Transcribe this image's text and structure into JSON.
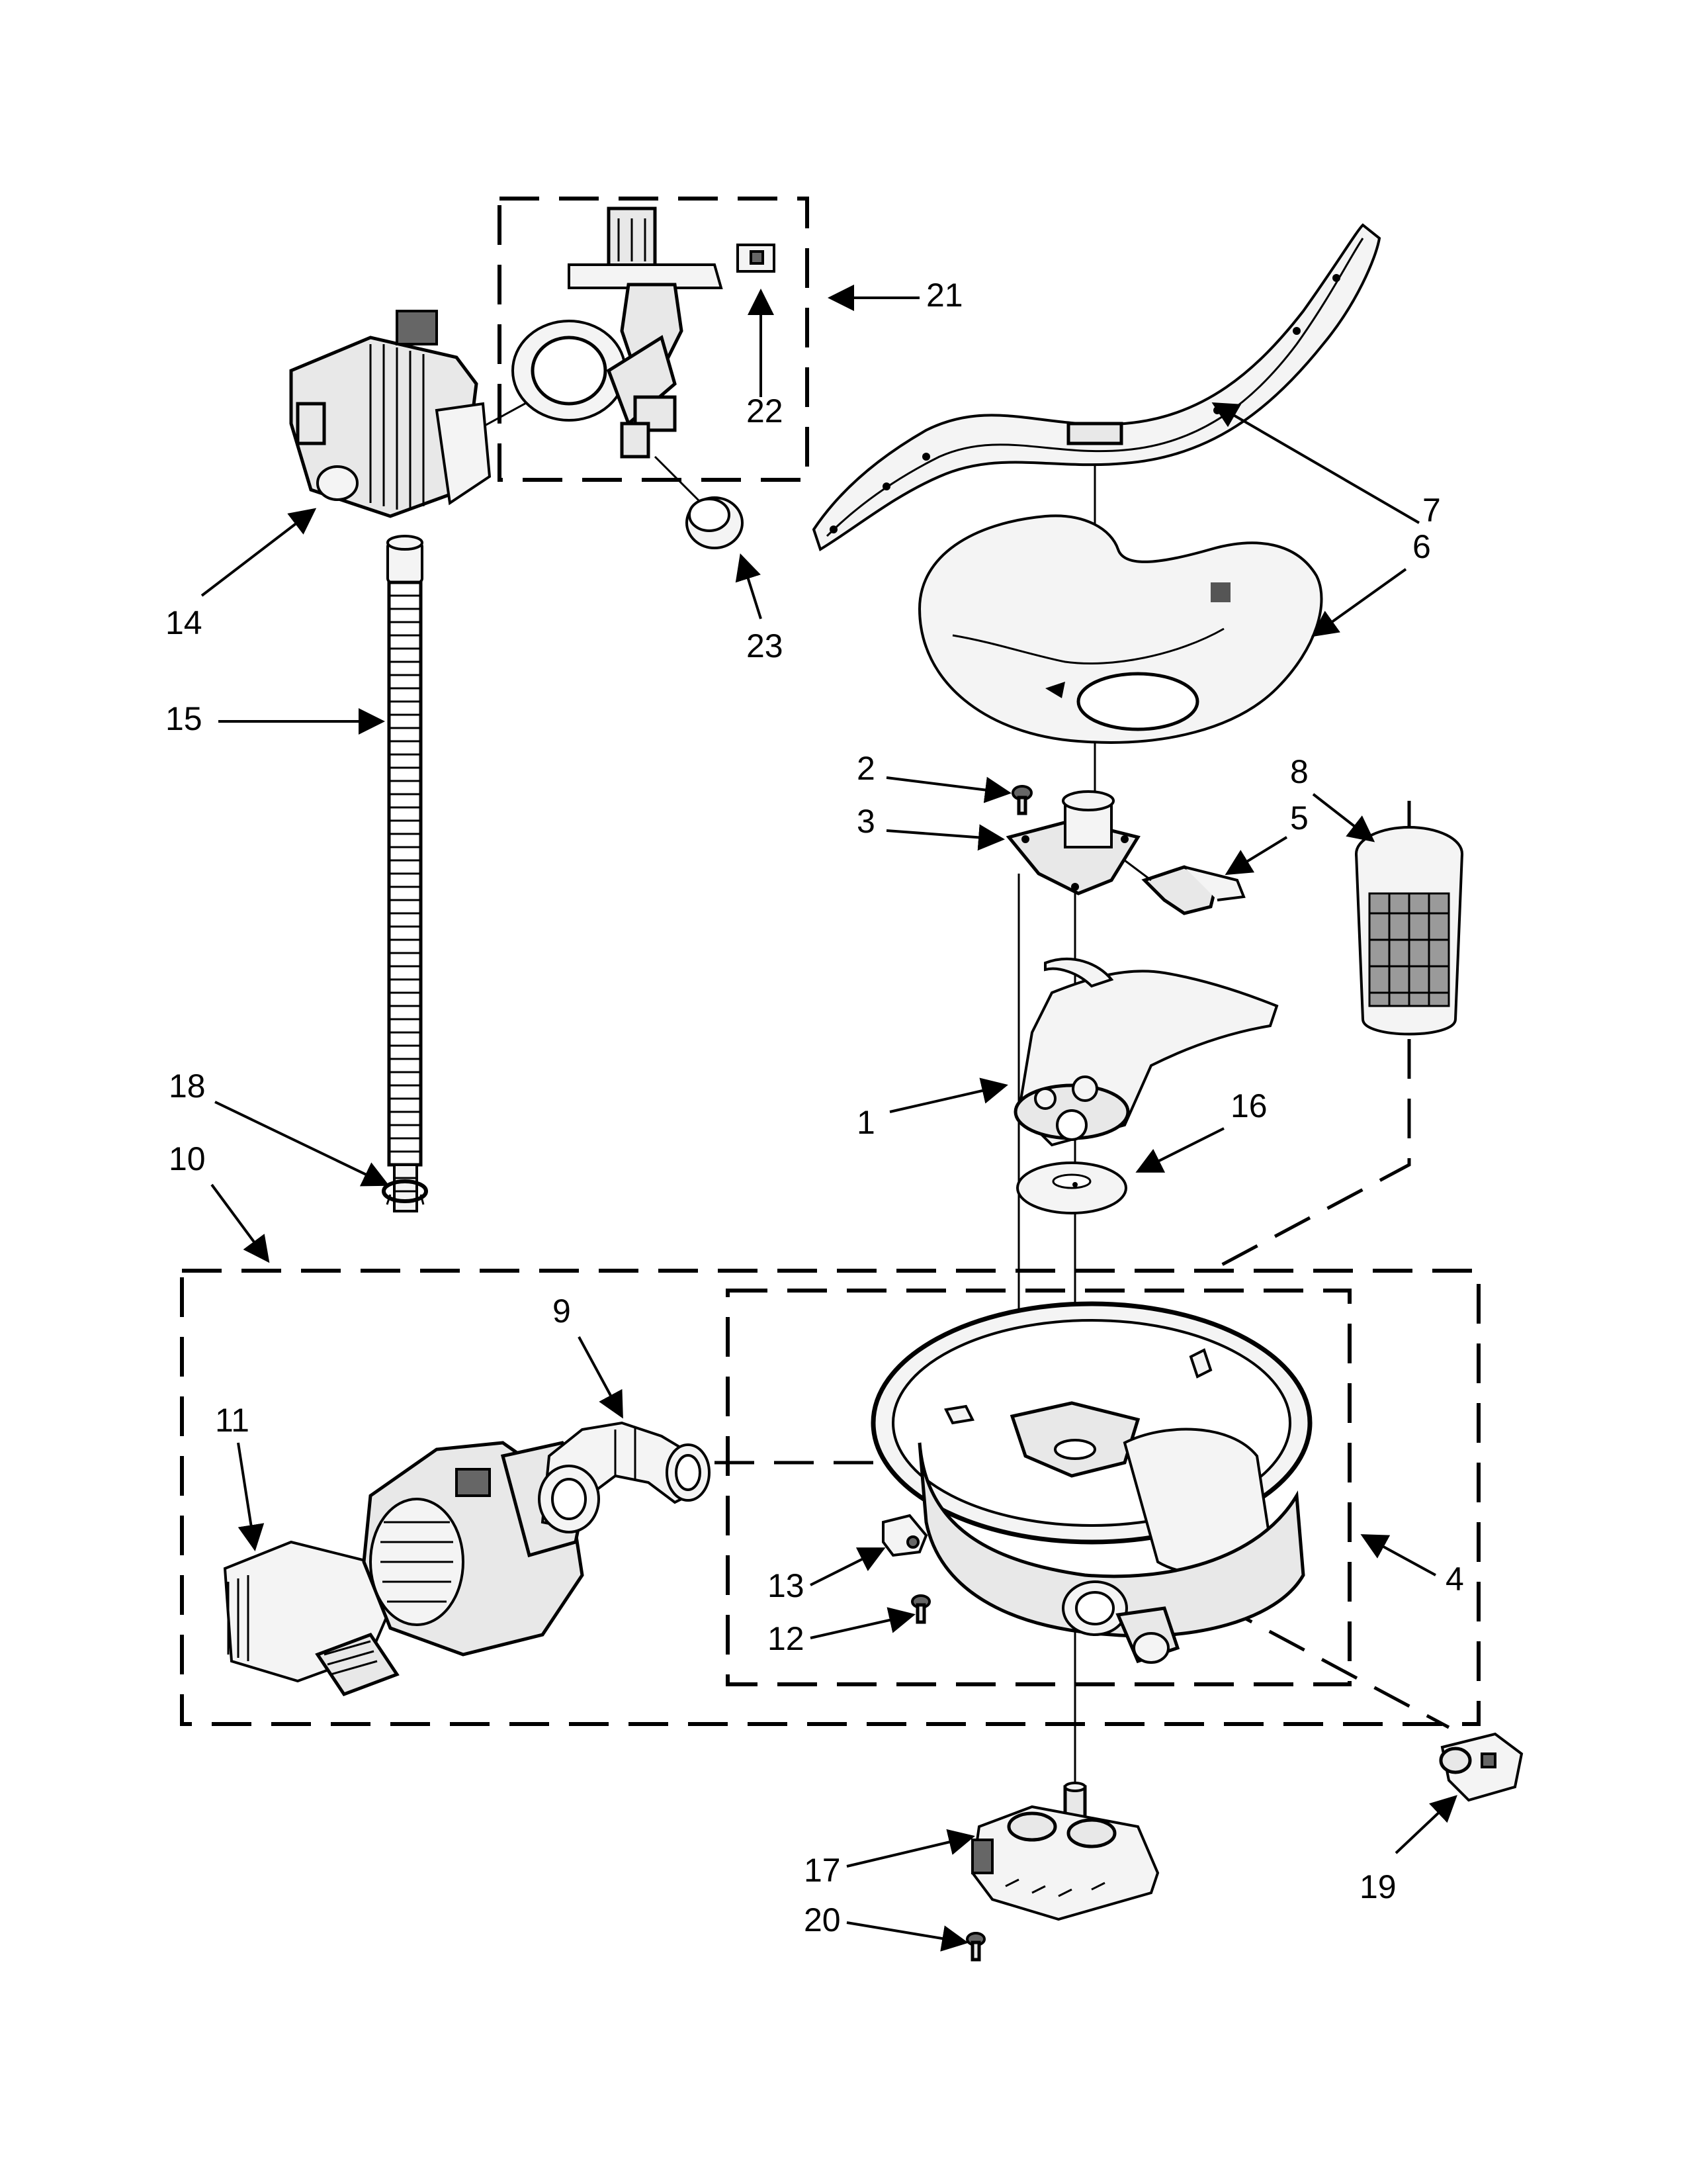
{
  "diagram": {
    "labels": {
      "p1": "1",
      "p2": "2",
      "p3": "3",
      "p4": "4",
      "p5": "5",
      "p6": "6",
      "p7": "7",
      "p8": "8",
      "p9": "9",
      "p10": "10",
      "p11": "11",
      "p12": "12",
      "p13": "13",
      "p14": "14",
      "p15": "15",
      "p16": "16",
      "p17": "17",
      "p18": "18",
      "p19": "19",
      "p20": "20",
      "p21": "21",
      "p22": "22",
      "p23": "23"
    }
  }
}
